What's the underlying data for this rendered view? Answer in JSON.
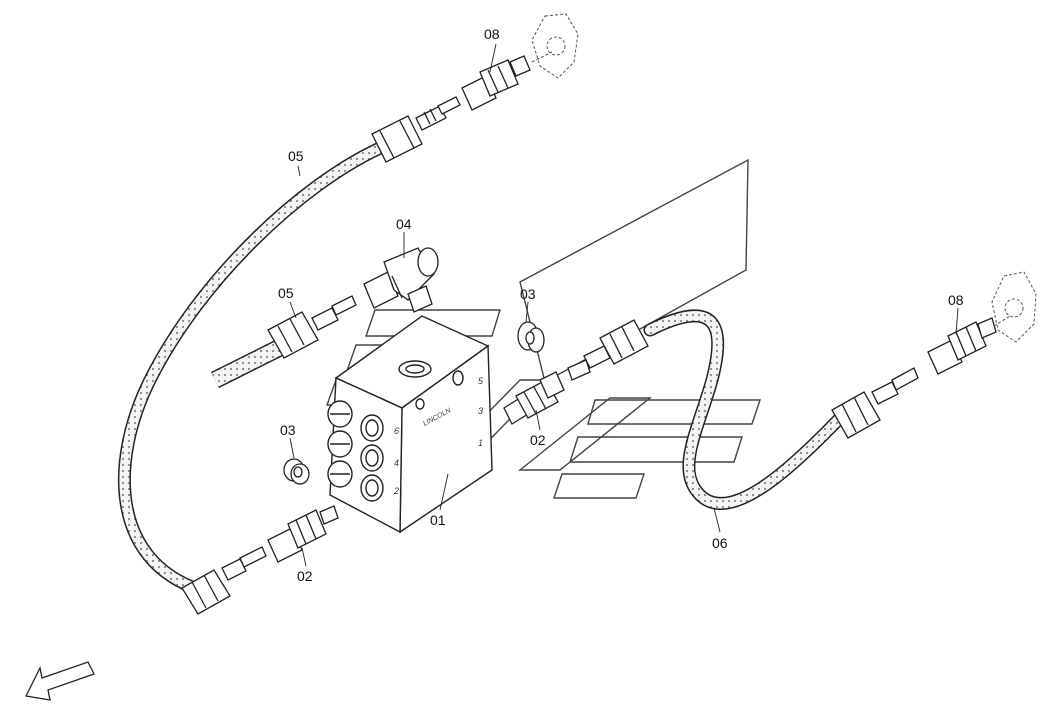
{
  "diagram": {
    "callouts": {
      "c08_top": "08",
      "c05_top": "05",
      "c04": "04",
      "c05_mid": "05",
      "c03_right": "03",
      "c08_right": "08",
      "c03_left": "03",
      "c02_right": "02",
      "c01": "01",
      "c06": "06",
      "c02_bottom": "02"
    },
    "block_marks": {
      "port_5": "5",
      "port_3": "3",
      "port_6": "6",
      "port_4": "4",
      "port_2": "2",
      "port_1": "1",
      "brand": "LINCOLN"
    },
    "colors": {
      "line": "#222222",
      "watermark": "#444444",
      "hose_fill": "#f2f2f2",
      "background": "#ffffff"
    }
  }
}
